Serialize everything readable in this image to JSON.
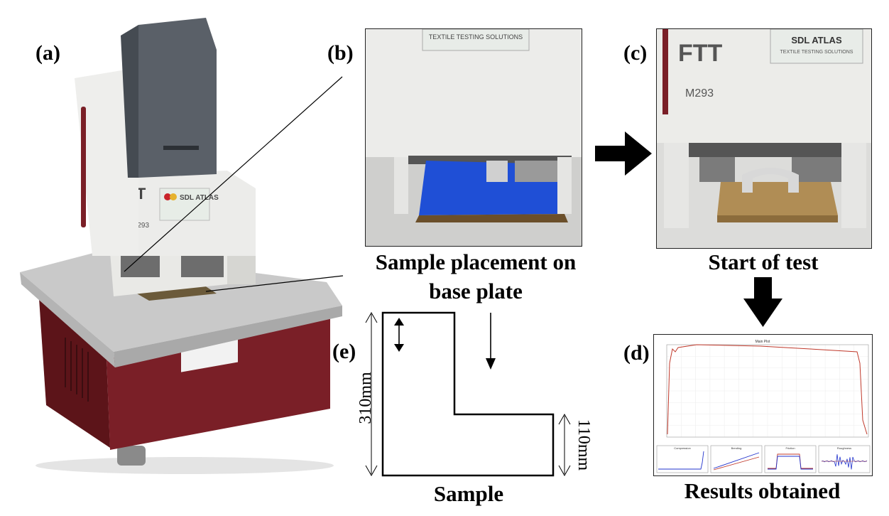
{
  "panel_labels": {
    "a": "(a)",
    "b": "(b)",
    "c": "(c)",
    "d": "(d)",
    "e": "(e)"
  },
  "captions": {
    "b_line1": "Sample placement on",
    "b_line2": "base plate",
    "c": "Start of test",
    "d": "Results obtained",
    "e": "Sample"
  },
  "machine": {
    "brand": "FTT",
    "model": "M293",
    "maker": "SDL ATLAS",
    "maker_tagline": "TEXTILE TESTING SOLUTIONS"
  },
  "dimensions": {
    "height": "310mm",
    "width": "110mm"
  },
  "results_chart": {
    "main_title": "Main Plot",
    "subplots": [
      "Compression",
      "Bending",
      "Friction",
      "Roughness"
    ]
  },
  "colors": {
    "machine_white": "#e9e9e6",
    "machine_dark": "#5a6068",
    "base_red": "#7a1f27",
    "base_plate": "#c7c7c7",
    "blue_fabric": "#1f4fd6",
    "brass_plate": "#b08d55",
    "curve_red": "#c0392b",
    "curve_blue": "#2233cc"
  }
}
